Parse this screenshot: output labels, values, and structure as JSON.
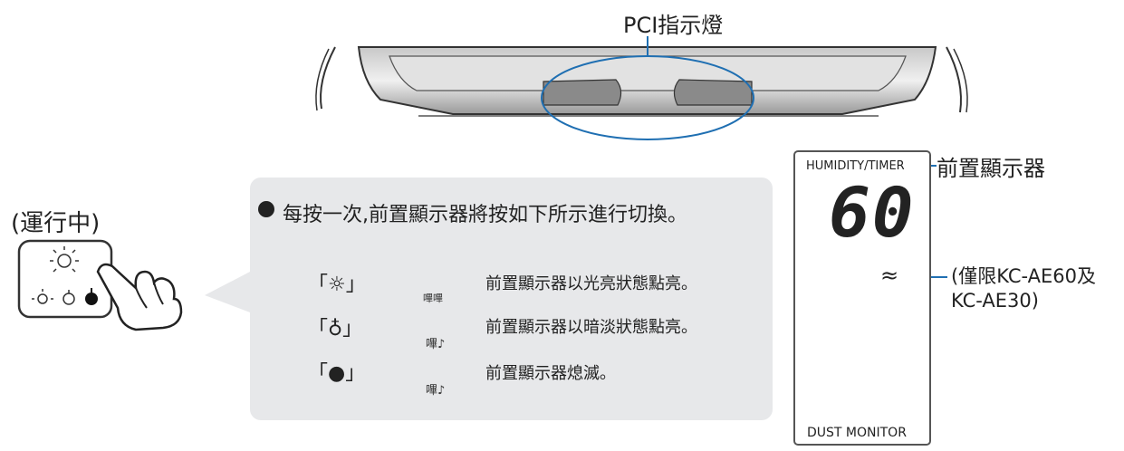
{
  "pci_label": "PCI指示燈",
  "front_display_label": "前置顯示器",
  "model_note": "(僅限KC-AE60及\nKC-AE30)",
  "running_label": "(運行中)",
  "info_title": "每按一次,前置顯示器將按如下所示進行切換。",
  "modes": [
    {
      "symbol": "「☼」",
      "description": "前置顯示器以光亮狀態點亮。",
      "icon": "light-bright-icon"
    },
    {
      "symbol": "「♁」",
      "description": "前置顯示器以暗淡狀態點亮。",
      "icon": "light-dim-icon"
    },
    {
      "symbol": "「●」",
      "description": "前置顯示器熄滅。",
      "icon": "light-off-icon"
    }
  ],
  "beeps": [
    "嗶嗶",
    "嗶♪",
    "嗶♪"
  ],
  "panel": {
    "title": "HUMIDITY/TIMER",
    "digits": "60",
    "mode_symbol": "≈",
    "footer": "DUST MONITOR"
  },
  "colors": {
    "accent": "#1f6fb2",
    "line": "#333333",
    "box": "#e7e8ea"
  }
}
